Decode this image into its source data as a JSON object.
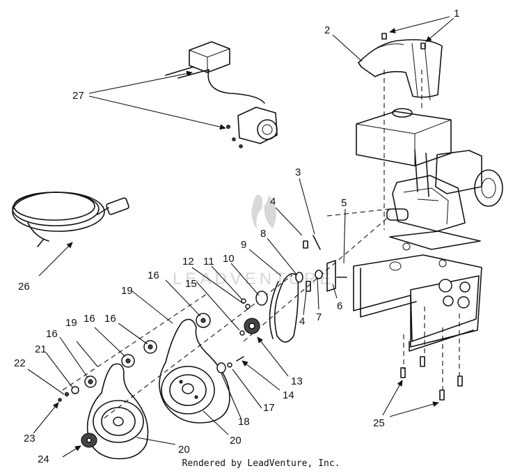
{
  "footer": "Rendered by LeadVenture, Inc.",
  "callouts": [
    "1",
    "2",
    "3",
    "4",
    "4",
    "5",
    "6",
    "7",
    "8",
    "9",
    "10",
    "11",
    "12",
    "13",
    "14",
    "15",
    "16",
    "16",
    "16",
    "16",
    "17",
    "18",
    "19",
    "19",
    "20",
    "20",
    "21",
    "22",
    "23",
    "24",
    "25",
    "26",
    "27"
  ],
  "watermark": "LEADVENTURE"
}
